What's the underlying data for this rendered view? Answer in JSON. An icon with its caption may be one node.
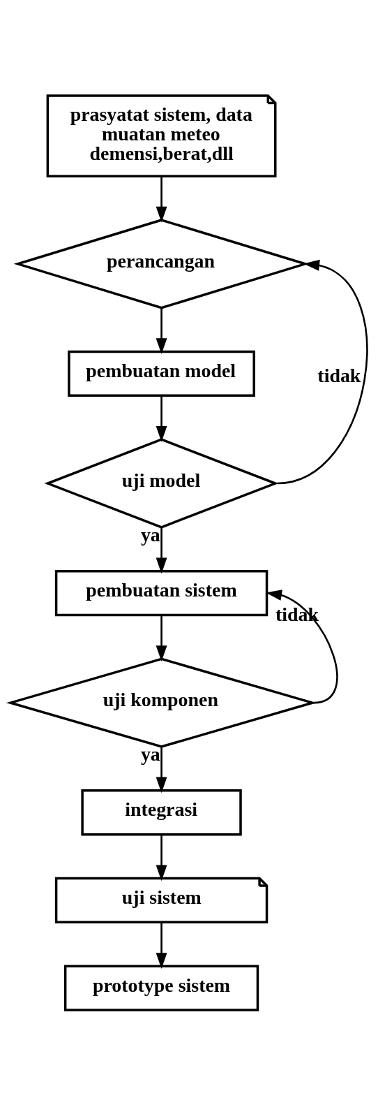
{
  "diagram": {
    "nodes": [
      {
        "text": [
          "prasyatat sistem, data muatan meteo demensi,berat,dll"
        ]
      },
      {
        "text": [
          "perancangan"
        ]
      },
      {
        "text": [
          "pembuatan model"
        ]
      },
      {
        "text": [
          "uji model"
        ]
      },
      {
        "text": [
          "pembuatan sistem"
        ]
      },
      {
        "text": [
          "uji komponen"
        ]
      },
      {
        "text": [
          "integrasi"
        ]
      },
      {
        "text": [
          "uji sistem"
        ]
      },
      {
        "text": [
          "prototype sistem"
        ]
      }
    ],
    "edges": [
      {
        "from": 0,
        "to": 1,
        "arrow": "to"
      },
      {
        "from": 1,
        "to": 2,
        "arrow": "to"
      },
      {
        "from": 2,
        "to": 3,
        "arrow": "to"
      },
      {
        "from": 3,
        "to": 1,
        "arrow": "to",
        "label": "tidak"
      },
      {
        "from": 3,
        "to": 4,
        "arrow": "to",
        "label": "ya"
      },
      {
        "from": 4,
        "to": 5,
        "arrow": "to"
      },
      {
        "from": 5,
        "to": 4,
        "arrow": "to",
        "label": "tidak"
      },
      {
        "from": 5,
        "to": 6,
        "arrow": "to",
        "label": "ya"
      },
      {
        "from": 6,
        "to": 7,
        "arrow": "to"
      },
      {
        "from": 7,
        "to": 8,
        "arrow": "to"
      }
    ]
  }
}
